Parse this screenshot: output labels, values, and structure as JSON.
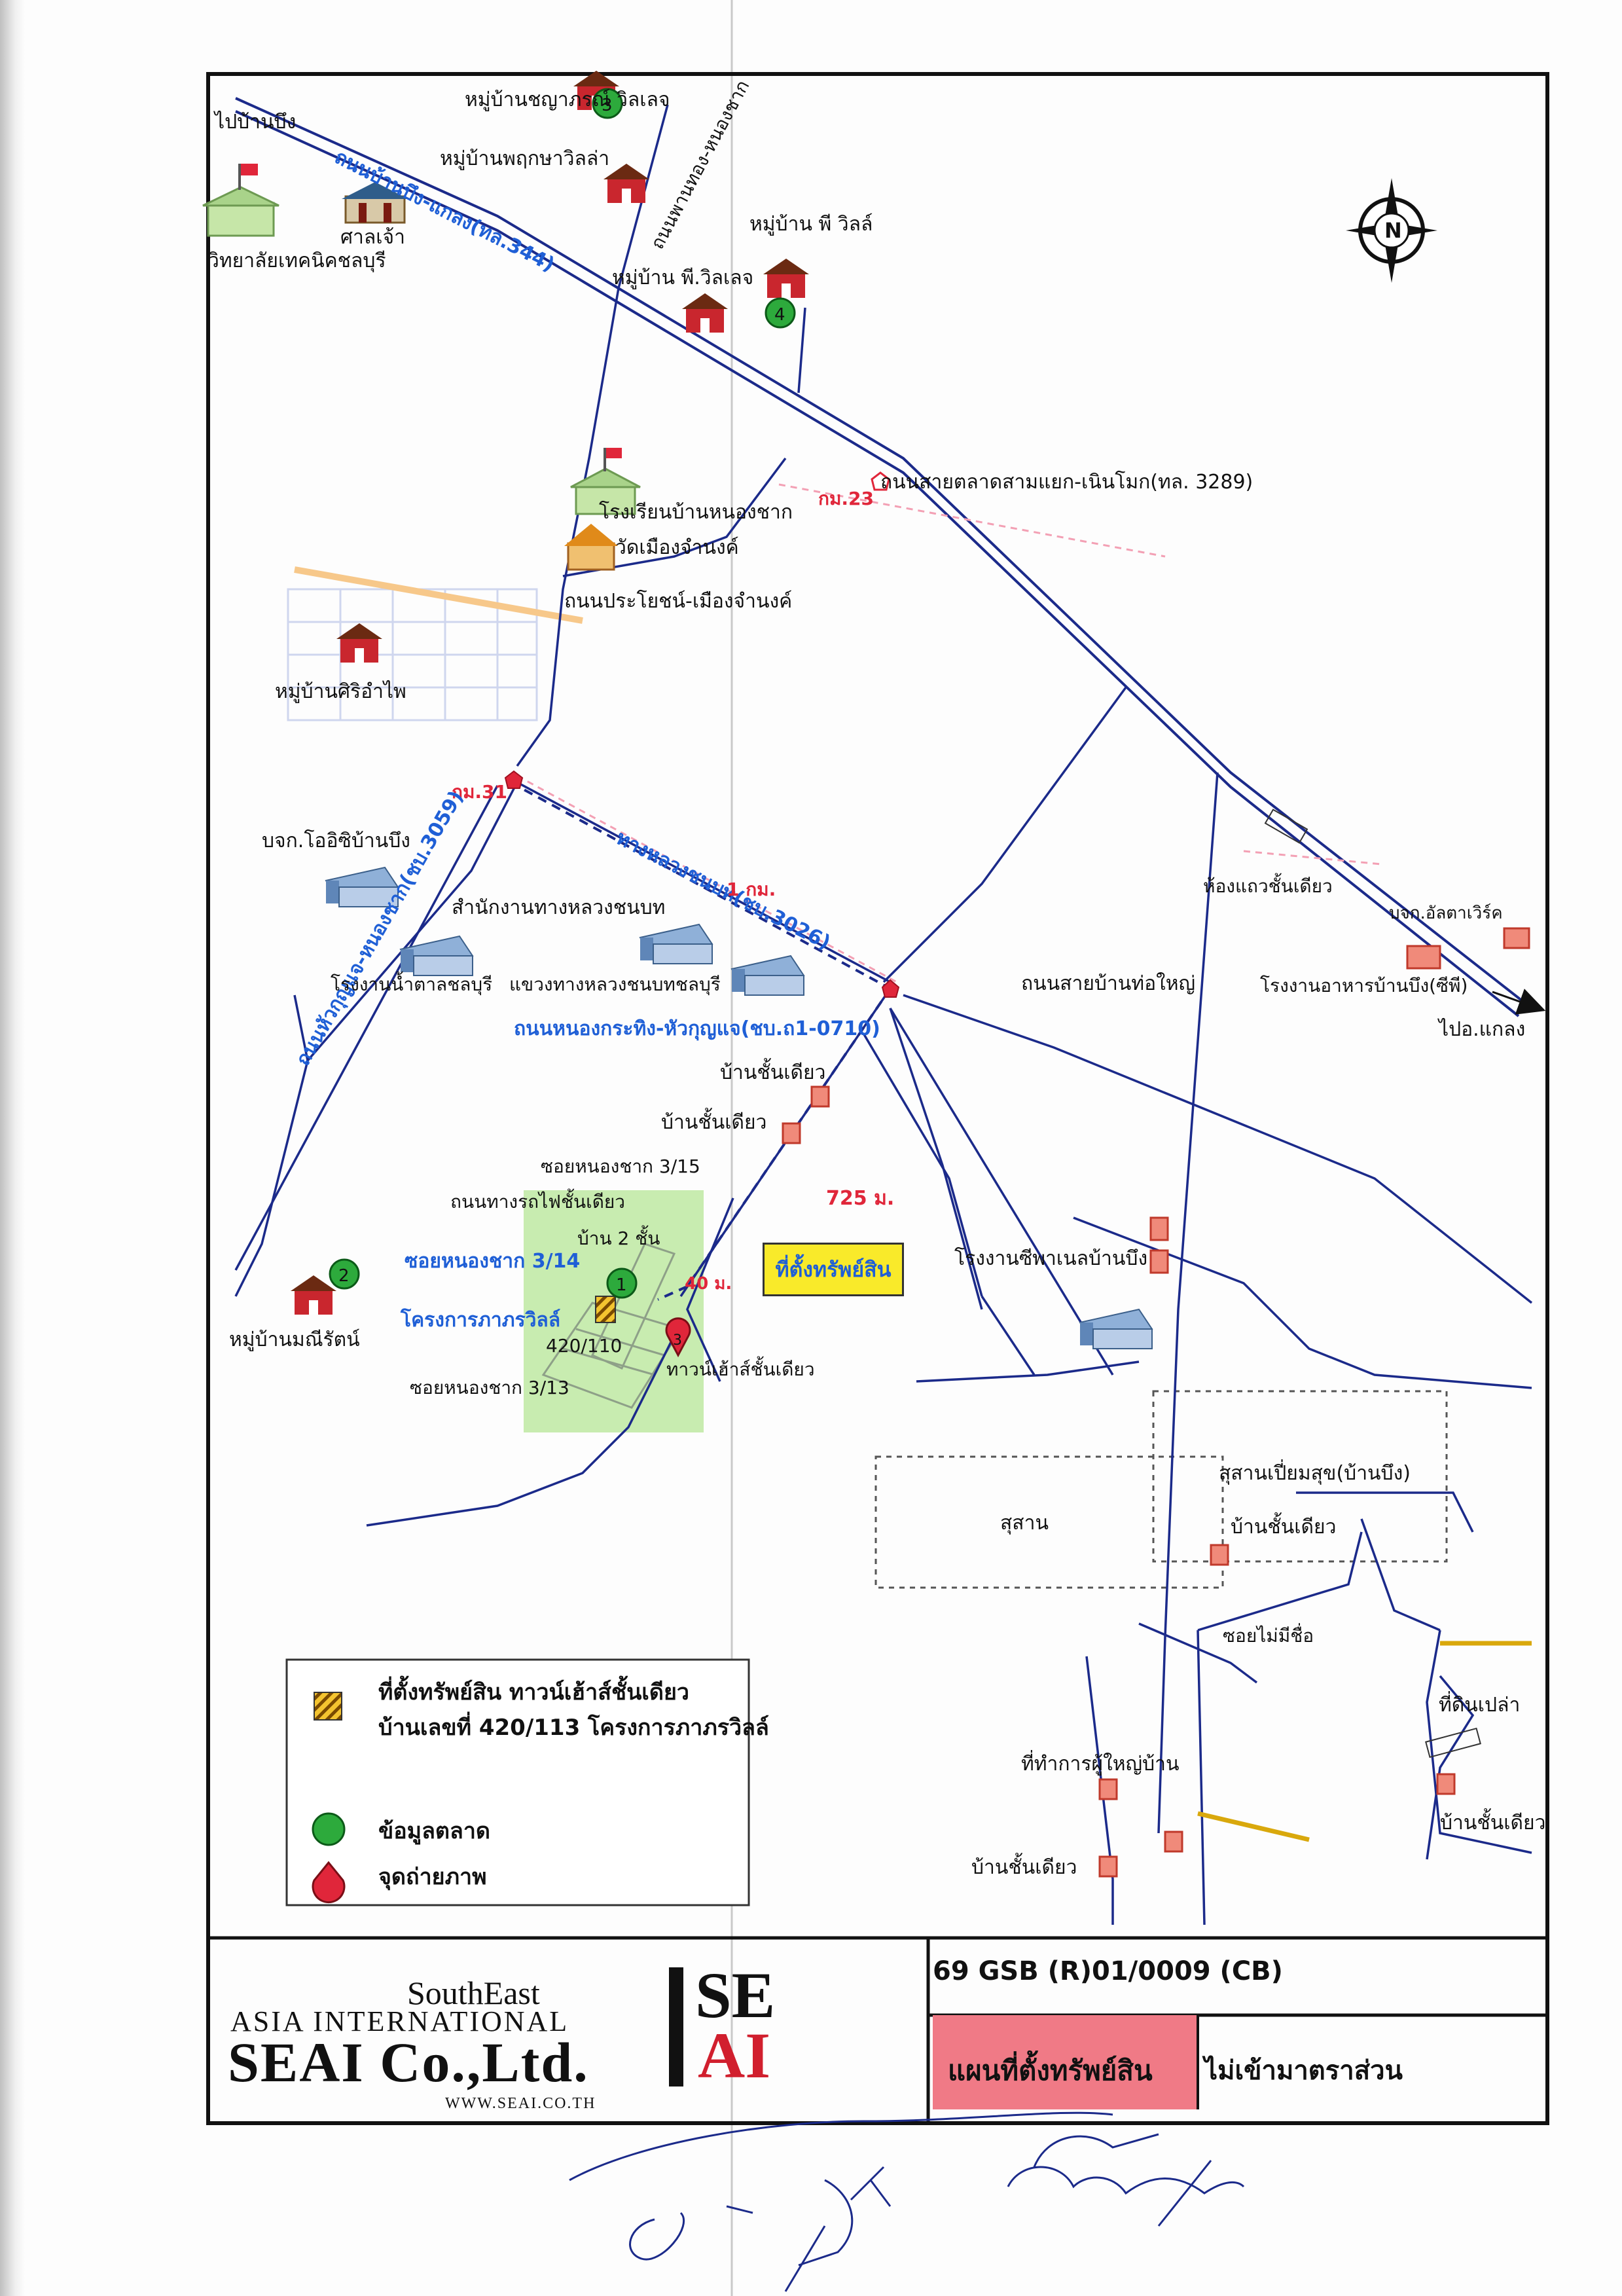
{
  "compass": {
    "letter": "N"
  },
  "markers": {
    "m1": "1",
    "m2": "2",
    "m3": "3",
    "m4": "4",
    "p3": "3"
  },
  "labels": {
    "to_ban_bueng": "ไปบ้านบึง",
    "tech_college": "วิทยาลัยเทคนิคชลบุรี",
    "shrine": "ศาลเจ้า",
    "village_chayaporn": "หมู่บ้านชญาภรณ์ วิลเลจ",
    "village_phrueksa": "หมู่บ้านพฤกษาวิลล่า",
    "village_p_ville": "หมู่บ้าน พี วิลล์",
    "village_p_village": "หมู่บ้าน พี.วิลเลจ",
    "road_344": "ถนนบ้านบึง-แกลง(ทล.344)",
    "road_phanthong": "ถนนพานทอง-หนองชาก",
    "km23": "กม.23",
    "road_3289": "ถนนสายตลาดสามแยก-เนินโมก(ทล. 3289)",
    "school_nongchak": "โรงเรียนบ้านหนองชาก",
    "wat_muang": "วัดเมืองจำนงค์",
    "road_prayoch": "ถนนประโยชน์-เมืองจำนงค์",
    "village_siri": "หมู่บ้านศิริอำไพ",
    "km31": "กม.31",
    "occ": "บจก.โออิซิบ้านบึง",
    "rural_road_3026": "ทางหลวงชนบท(ชบ.3026)",
    "one_km": "1 กม.",
    "rural_office": "สำนักงานทางหลวงชนบท",
    "road_3059": "ถนนหัวกุญแจ-หนองชาก(ชบ.3059)",
    "sugar_factory": "โรงงานน้ำตาลชลบุรี",
    "rural_district": "แขวงทางหลวงชนบทชลบุรี",
    "road_0710": "ถนนหนองกระทิง-หัวกุญแจ(ชบ.ถ1-0710)",
    "road_ban_thoyai": "ถนนสายบ้านท่อใหญ่",
    "shophouse": "ห้องแถวชั้นเดียว",
    "ultrawork": "บจก.อัลตาเวิร์ค",
    "cp_food": "โรงงานอาหารบ้านบึง(ซีพี)",
    "to_klaeng": "ไปอ.แกลง",
    "single_house": "บ้านชั้นเดียว",
    "soi_3_15": "ซอยหนองชาก 3/15",
    "road_single_house": "ถนนทางรถไฟชั้นเดียว",
    "two_storey": "บ้าน 2 ชั้น",
    "m725": "725 ม.",
    "soi_3_14": "ซอยหนองชาก 3/14",
    "m40": "40 ม.",
    "project": "โครงการภาภรวิลล์",
    "house_no": "420/110",
    "townhouse": "ทาวน์เฮ้าส์ชั้นเดียว",
    "soi_3_13": "ซอยหนองชาก 3/13",
    "village_mani": "หมู่บ้านมณีรัตน์",
    "cp_panel": "โรงงานซีพาเนลบ้านบึง",
    "cemetery_piammsuk": "สุสานเปี่ยมสุข(บ้านบึง)",
    "cemetery": "สุสาน",
    "soi_noname": "ซอยไม่มีชื่อ",
    "vacant": "ที่ดินเปล่า",
    "village_head": "ที่ทำการผู้ใหญ่บ้าน",
    "property_location": "ที่ตั้งทรัพย์สิน"
  },
  "legend": {
    "property_line1": "ที่ตั้งทรัพย์สิน ทาวน์เฮ้าส์ชั้นเดียว",
    "property_line2": "บ้านเลขที่ 420/113 โครงการภาภรวิลล์",
    "market_data": "ข้อมูลตลาด",
    "photo_point": "จุดถ่ายภาพ"
  },
  "footer": {
    "logo_line1": "SouthEast",
    "logo_line2": "ASIA INTERNATIONAL",
    "logo_line3": "SEAI Co.,Ltd.",
    "website": "WWW.SEAI.CO.TH",
    "mark_se": "SE",
    "mark_ai": "AI",
    "code": "69 GSB (R)01/0009 (CB)",
    "title": "แผนที่ตั้งทรัพย์สิน",
    "scale": "ไม่เข้ามาตราส่วน"
  }
}
